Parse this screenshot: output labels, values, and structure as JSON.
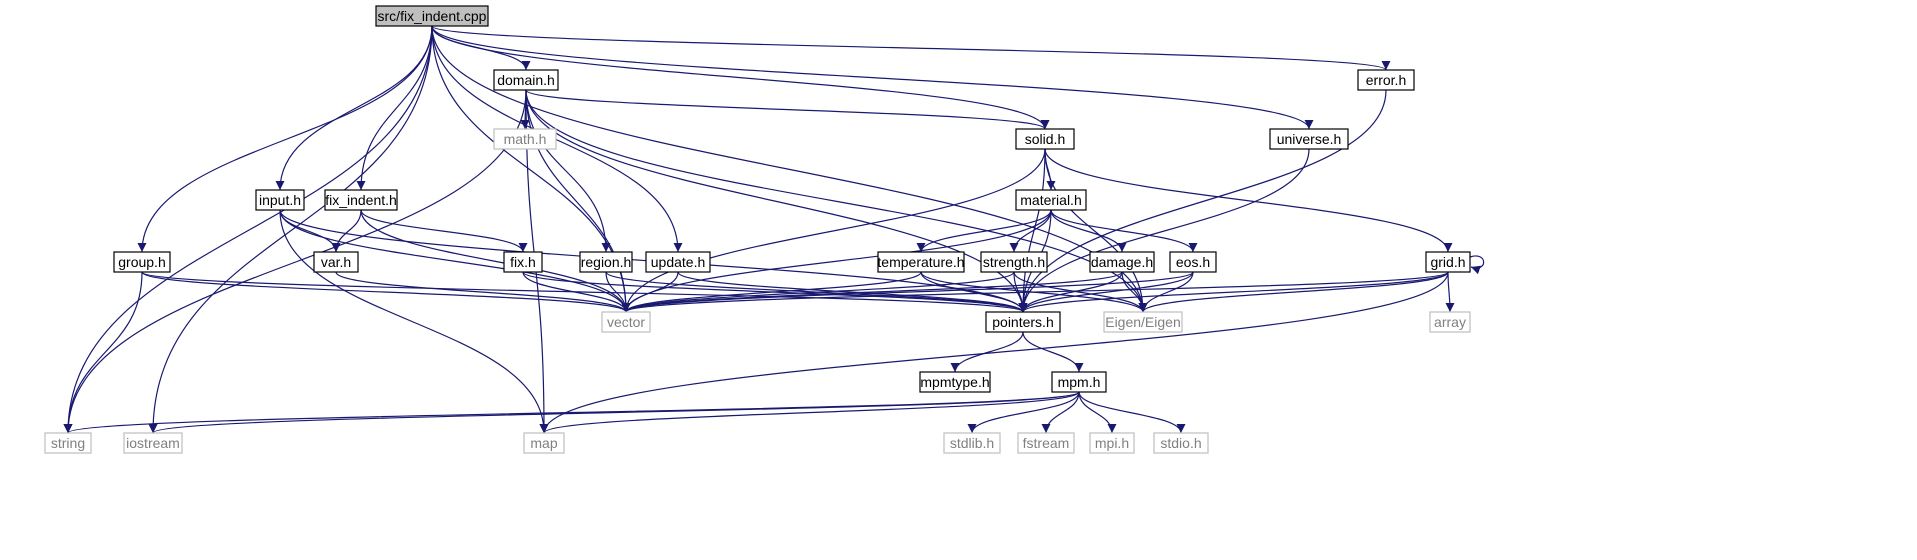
{
  "colors": {
    "edge": "#191970",
    "node_border": "#000000",
    "external_border": "#bfbfbf",
    "external_text": "#808080",
    "root_fill": "#bfbfbf",
    "node_fill": "#ffffff",
    "text": "#000000"
  },
  "nodes": [
    {
      "id": "fix_indent_cpp",
      "label": "src/fix_indent.cpp",
      "kind": "root"
    },
    {
      "id": "domain_h",
      "label": "domain.h",
      "kind": "header"
    },
    {
      "id": "error_h",
      "label": "error.h",
      "kind": "header"
    },
    {
      "id": "universe_h",
      "label": "universe.h",
      "kind": "header"
    },
    {
      "id": "math_h",
      "label": "math.h",
      "kind": "external"
    },
    {
      "id": "solid_h",
      "label": "solid.h",
      "kind": "header"
    },
    {
      "id": "input_h",
      "label": "input.h",
      "kind": "header"
    },
    {
      "id": "fix_indent_h",
      "label": "fix_indent.h",
      "kind": "header"
    },
    {
      "id": "material_h",
      "label": "material.h",
      "kind": "header"
    },
    {
      "id": "group_h",
      "label": "group.h",
      "kind": "header"
    },
    {
      "id": "var_h",
      "label": "var.h",
      "kind": "header"
    },
    {
      "id": "fix_h",
      "label": "fix.h",
      "kind": "header"
    },
    {
      "id": "region_h",
      "label": "region.h",
      "kind": "header"
    },
    {
      "id": "update_h",
      "label": "update.h",
      "kind": "header"
    },
    {
      "id": "temperature_h",
      "label": "temperature.h",
      "kind": "header"
    },
    {
      "id": "strength_h",
      "label": "strength.h",
      "kind": "header"
    },
    {
      "id": "damage_h",
      "label": "damage.h",
      "kind": "header"
    },
    {
      "id": "eos_h",
      "label": "eos.h",
      "kind": "header"
    },
    {
      "id": "grid_h",
      "label": "grid.h",
      "kind": "header"
    },
    {
      "id": "vector",
      "label": "vector",
      "kind": "external"
    },
    {
      "id": "pointers_h",
      "label": "pointers.h",
      "kind": "header"
    },
    {
      "id": "eigen",
      "label": "Eigen/Eigen",
      "kind": "external"
    },
    {
      "id": "array",
      "label": "array",
      "kind": "external"
    },
    {
      "id": "mpmtype_h",
      "label": "mpmtype.h",
      "kind": "header"
    },
    {
      "id": "mpm_h",
      "label": "mpm.h",
      "kind": "header"
    },
    {
      "id": "string",
      "label": "string",
      "kind": "external"
    },
    {
      "id": "iostream",
      "label": "iostream",
      "kind": "external"
    },
    {
      "id": "map",
      "label": "map",
      "kind": "external"
    },
    {
      "id": "stdlib_h",
      "label": "stdlib.h",
      "kind": "external"
    },
    {
      "id": "fstream",
      "label": "fstream",
      "kind": "external"
    },
    {
      "id": "mpi_h",
      "label": "mpi.h",
      "kind": "external"
    },
    {
      "id": "stdio_h",
      "label": "stdio.h",
      "kind": "external"
    }
  ],
  "edges": [
    [
      "fix_indent_cpp",
      "domain_h"
    ],
    [
      "fix_indent_cpp",
      "error_h"
    ],
    [
      "fix_indent_cpp",
      "universe_h"
    ],
    [
      "fix_indent_cpp",
      "solid_h"
    ],
    [
      "fix_indent_cpp",
      "input_h"
    ],
    [
      "fix_indent_cpp",
      "fix_indent_h"
    ],
    [
      "fix_indent_cpp",
      "group_h"
    ],
    [
      "fix_indent_cpp",
      "update_h"
    ],
    [
      "fix_indent_cpp",
      "vector"
    ],
    [
      "fix_indent_cpp",
      "eigen"
    ],
    [
      "fix_indent_cpp",
      "string"
    ],
    [
      "fix_indent_cpp",
      "iostream"
    ],
    [
      "domain_h",
      "math_h"
    ],
    [
      "domain_h",
      "solid_h"
    ],
    [
      "domain_h",
      "region_h"
    ],
    [
      "domain_h",
      "vector"
    ],
    [
      "domain_h",
      "pointers_h"
    ],
    [
      "domain_h",
      "eigen"
    ],
    [
      "domain_h",
      "string"
    ],
    [
      "domain_h",
      "map"
    ],
    [
      "error_h",
      "pointers_h"
    ],
    [
      "universe_h",
      "pointers_h"
    ],
    [
      "solid_h",
      "material_h"
    ],
    [
      "solid_h",
      "grid_h"
    ],
    [
      "solid_h",
      "vector"
    ],
    [
      "solid_h",
      "pointers_h"
    ],
    [
      "solid_h",
      "eigen"
    ],
    [
      "input_h",
      "var_h"
    ],
    [
      "input_h",
      "pointers_h"
    ],
    [
      "input_h",
      "vector"
    ],
    [
      "input_h",
      "map"
    ],
    [
      "fix_indent_h",
      "var_h"
    ],
    [
      "fix_indent_h",
      "fix_h"
    ],
    [
      "fix_indent_h",
      "vector"
    ],
    [
      "material_h",
      "temperature_h"
    ],
    [
      "material_h",
      "strength_h"
    ],
    [
      "material_h",
      "damage_h"
    ],
    [
      "material_h",
      "eos_h"
    ],
    [
      "material_h",
      "pointers_h"
    ],
    [
      "material_h",
      "vector"
    ],
    [
      "group_h",
      "vector"
    ],
    [
      "group_h",
      "pointers_h"
    ],
    [
      "group_h",
      "string"
    ],
    [
      "var_h",
      "vector"
    ],
    [
      "fix_h",
      "vector"
    ],
    [
      "fix_h",
      "pointers_h"
    ],
    [
      "region_h",
      "vector"
    ],
    [
      "region_h",
      "pointers_h"
    ],
    [
      "update_h",
      "vector"
    ],
    [
      "update_h",
      "pointers_h"
    ],
    [
      "temperature_h",
      "pointers_h"
    ],
    [
      "temperature_h",
      "vector"
    ],
    [
      "temperature_h",
      "eigen"
    ],
    [
      "strength_h",
      "pointers_h"
    ],
    [
      "strength_h",
      "vector"
    ],
    [
      "strength_h",
      "eigen"
    ],
    [
      "damage_h",
      "pointers_h"
    ],
    [
      "damage_h",
      "vector"
    ],
    [
      "damage_h",
      "eigen"
    ],
    [
      "eos_h",
      "pointers_h"
    ],
    [
      "eos_h",
      "vector"
    ],
    [
      "eos_h",
      "eigen"
    ],
    [
      "grid_h",
      "grid_h"
    ],
    [
      "grid_h",
      "array"
    ],
    [
      "grid_h",
      "pointers_h"
    ],
    [
      "grid_h",
      "vector"
    ],
    [
      "grid_h",
      "eigen"
    ],
    [
      "grid_h",
      "map"
    ],
    [
      "pointers_h",
      "mpmtype_h"
    ],
    [
      "pointers_h",
      "mpm_h"
    ],
    [
      "mpm_h",
      "string"
    ],
    [
      "mpm_h",
      "iostream"
    ],
    [
      "mpm_h",
      "map"
    ],
    [
      "mpm_h",
      "stdlib_h"
    ],
    [
      "mpm_h",
      "fstream"
    ],
    [
      "mpm_h",
      "mpi_h"
    ],
    [
      "mpm_h",
      "stdio_h"
    ]
  ]
}
